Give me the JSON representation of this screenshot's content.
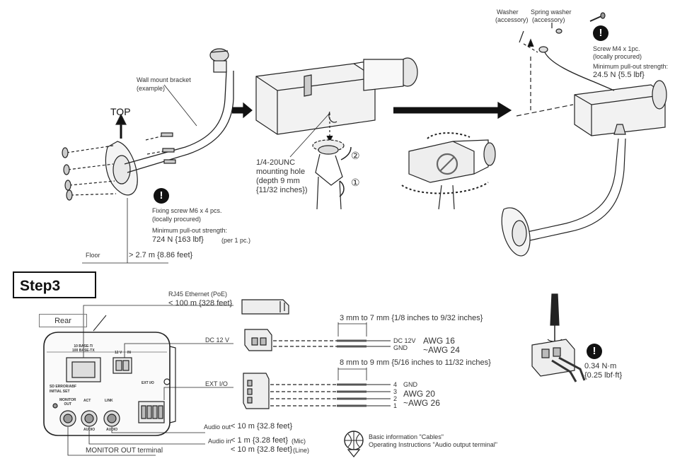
{
  "top_section": {
    "top_label": "TOP",
    "bracket_label": "Wall mount bracket",
    "bracket_label_sub": "(example)",
    "fixing_screw": "Fixing screw M6 x 4 pcs.",
    "fixing_screw_sub": "(locally procured)",
    "pullout_label": "Minimum pull-out strength:",
    "pullout_value": "724 N {163 lbf}",
    "pullout_note": "(per 1 pc.)",
    "floor_label": "Floor",
    "floor_height": "> 2.7 m {8.86 feet}",
    "mount_hole_1": "1/4-20UNC",
    "mount_hole_2": "mounting hole",
    "mount_hole_3": "(depth 9 mm",
    "mount_hole_4": "{11/32 inches})",
    "step_circle_1": "①",
    "step_circle_2": "②",
    "washer_label": "Washer",
    "washer_sub": "(accessory)",
    "spring_washer_label": "Spring washer",
    "spring_washer_sub": "(accessory)",
    "screw_m4": "Screw M4 x 1pc.",
    "screw_m4_sub": "(locally procured)",
    "m4_pullout_label": "Minimum pull-out strength:",
    "m4_pullout_value": "24.5 N {5.5 lbf}"
  },
  "step3": {
    "title": "Step3",
    "rear_label": "Rear",
    "rj45_label": "RJ45 Ethernet (PoE)",
    "rj45_length": "< 100 m {328 feet}",
    "dc12v_label": "DC 12 V",
    "strip_dc": "3 mm to 7 mm {1/8 inches to 9/32 inches}",
    "dc_pin_1": "DC 12V",
    "dc_pin_2": "GND",
    "awg_dc_1": "AWG 16",
    "awg_dc_2": "~AWG 24",
    "extio_label": "EXT I/O",
    "strip_ext": "8 mm to 9 mm {5/16 inches to 11/32 inches}",
    "ext_pin_4": "4",
    "ext_pin_3": "3",
    "ext_pin_2": "2",
    "ext_pin_1": "1",
    "ext_gnd": "GND",
    "awg_ext_1": "AWG 20",
    "awg_ext_2": "~AWG 26",
    "audio_out": "Audio out",
    "audio_out_len": "< 10 m {32.8 feet}",
    "audio_in": "Audio in",
    "audio_in_len_mic": "< 1 m {3.28 feet}",
    "mic_note": "(Mic)",
    "audio_in_len_line": "< 10 m {32.8 feet}",
    "line_note": "(Line)",
    "monitor_out": "MONITOR OUT terminal",
    "ref_1": "Basic information \"Cables\"",
    "ref_2": "Operating Instructions \"Audio output  terminal\"",
    "torque_1": "0.34 N·m",
    "torque_2": "{0.25 lbf·ft}",
    "panel_labels": {
      "eth": "10 BASE-T/\n100 BASE-TX",
      "power": "12 V",
      "in": "IN",
      "sd": "SD ERROR/ABF",
      "initial": "INITIAL SET",
      "monitor": "MONITOR\nOUT",
      "act": "ACT",
      "link": "LINK",
      "audio": "AUDIO",
      "extio": "EXT I/O"
    }
  },
  "warning_glyph": "!"
}
